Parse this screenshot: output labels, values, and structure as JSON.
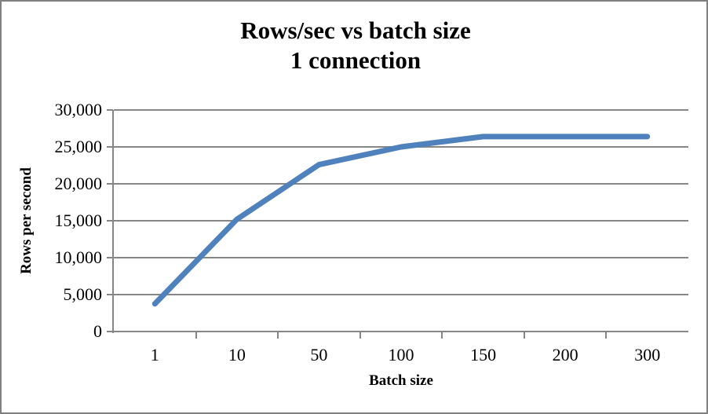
{
  "chart_data": {
    "type": "line",
    "title": "Rows/sec vs batch size",
    "subtitle": "1 connection",
    "title_line1": "Rows/sec vs batch size",
    "title_line2": "1 connection",
    "xlabel": "Batch size",
    "ylabel": "Rows per second",
    "categories": [
      "1",
      "10",
      "50",
      "100",
      "150",
      "200",
      "300"
    ],
    "values": [
      3750,
      15200,
      22600,
      25000,
      26400,
      26400,
      26400
    ],
    "series": [
      {
        "name": "Rows per second",
        "color": "#4F81BD",
        "values": [
          3750,
          15200,
          22600,
          25000,
          26400,
          26400,
          26400
        ]
      }
    ],
    "ylim": [
      0,
      30000
    ],
    "ytick_values": [
      0,
      5000,
      10000,
      15000,
      20000,
      25000,
      30000
    ],
    "ytick_labels": [
      "0",
      "5,000",
      "10,000",
      "15,000",
      "20,000",
      "25,000",
      "30,000"
    ],
    "grid": "horizontal",
    "legend": "none",
    "markers": "none",
    "line_width": 7,
    "plot_background": "#FFFFFF",
    "gridline_color": "#868686",
    "axis_color": "#868686",
    "border_color": "#808080"
  }
}
